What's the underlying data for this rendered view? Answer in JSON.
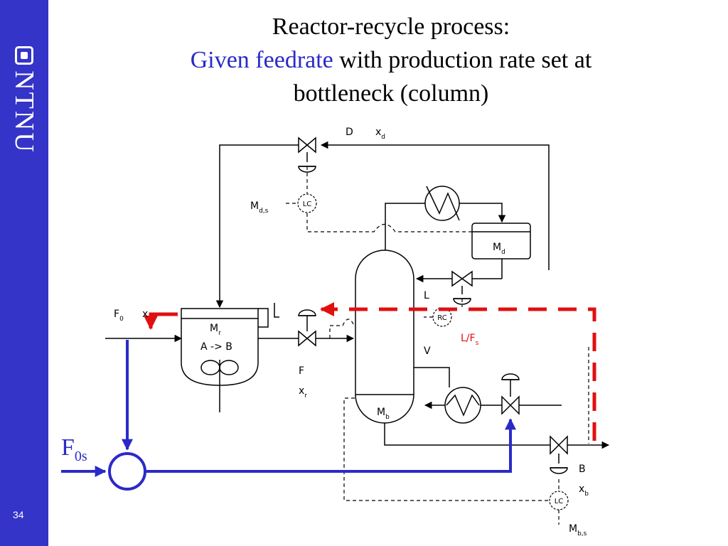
{
  "slide": {
    "page_number": "34"
  },
  "sidebar": {
    "logo_text": "NTNU"
  },
  "title": {
    "line1": "Reactor-recycle process:",
    "line2_highlight": "Given feedrate",
    "line2_rest": " with production rate set at",
    "line3": "bottleneck (column)"
  },
  "diagram": {
    "labels": {
      "D": "D",
      "xd": "x",
      "xd_sub": "d",
      "Mds": "M",
      "Mds_sub": "d,s",
      "LC": "LC",
      "Md": "M",
      "Md_sub": "d",
      "L": "L",
      "RC": "RC",
      "LFs": "L/F",
      "LFs_sub": "s",
      "V": "V",
      "F0": "F",
      "F0_sub": "0",
      "x0": "x",
      "Mr": "M",
      "Mr_sub": "r",
      "reaction": "A -> B",
      "F": "F",
      "xr": "x",
      "xr_sub": "r",
      "Mb": "M",
      "Mb_sub": "b",
      "B": "B",
      "xb": "x",
      "xb_sub": "b",
      "Mbs": "M",
      "Mbs_sub": "b,s",
      "F0s": "F",
      "F0s_sub": "0s"
    },
    "colors": {
      "control_new": "#e01010",
      "control_blue": "#2a2ac8",
      "sidebar": "#3434c8"
    }
  }
}
